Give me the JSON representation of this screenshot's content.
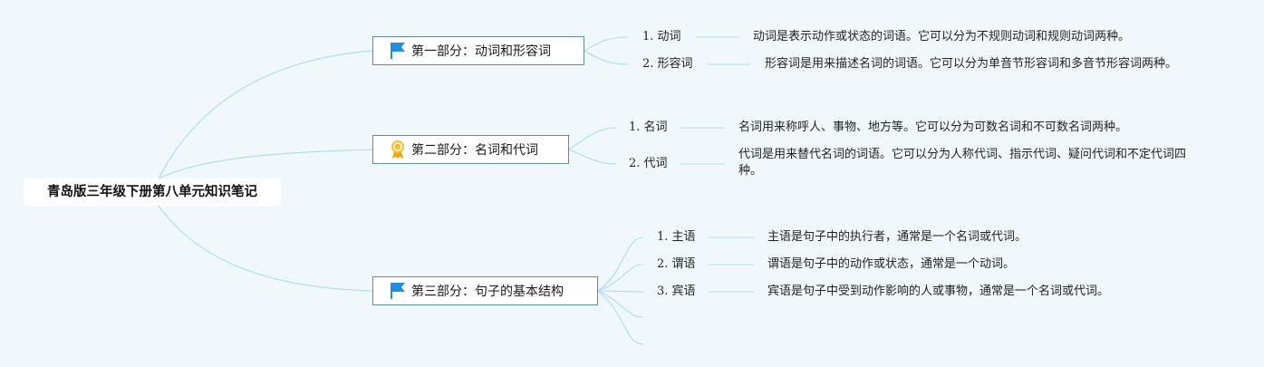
{
  "root": {
    "label": "青岛版三年级下册第八单元知识笔记"
  },
  "colors": {
    "background": "#f1f8fb",
    "branch_line": "#a9dcf0",
    "section_border": "#5f8f95",
    "flag_icon": "#1f8fe0",
    "medal_icon": "#f2c12e"
  },
  "sections": [
    {
      "label": "第一部分：动词和形容词",
      "icon": "flag-icon",
      "items": [
        {
          "label": "1. 动词",
          "description": "动词是表示动作或状态的词语。它可以分为不规则动词和规则动词两种。"
        },
        {
          "label": "2. 形容词",
          "description": "形容词是用来描述名词的词语。它可以分为单音节形容词和多音节形容词两种。"
        }
      ]
    },
    {
      "label": "第二部分：名词和代词",
      "icon": "medal-icon",
      "items": [
        {
          "label": "1. 名词",
          "description": "名词用来称呼人、事物、地方等。它可以分为可数名词和不可数名词两种。"
        },
        {
          "label": "2. 代词",
          "description": "代词是用来替代名词的词语。它可以分为人称代词、指示代词、疑问代词和不定代词四种。"
        }
      ]
    },
    {
      "label": "第三部分：句子的基本结构",
      "icon": "flag-icon",
      "items": [
        {
          "label": "1. 主语",
          "description": "主语是句子中的执行者，通常是一个名词或代词。"
        },
        {
          "label": "2. 谓语",
          "description": "谓语是句子中的动作或状态，通常是一个动词。"
        },
        {
          "label": "3. 宾语",
          "description": "宾语是句子中受到动作影响的人或事物，通常是一个名词或代词。"
        }
      ]
    }
  ]
}
